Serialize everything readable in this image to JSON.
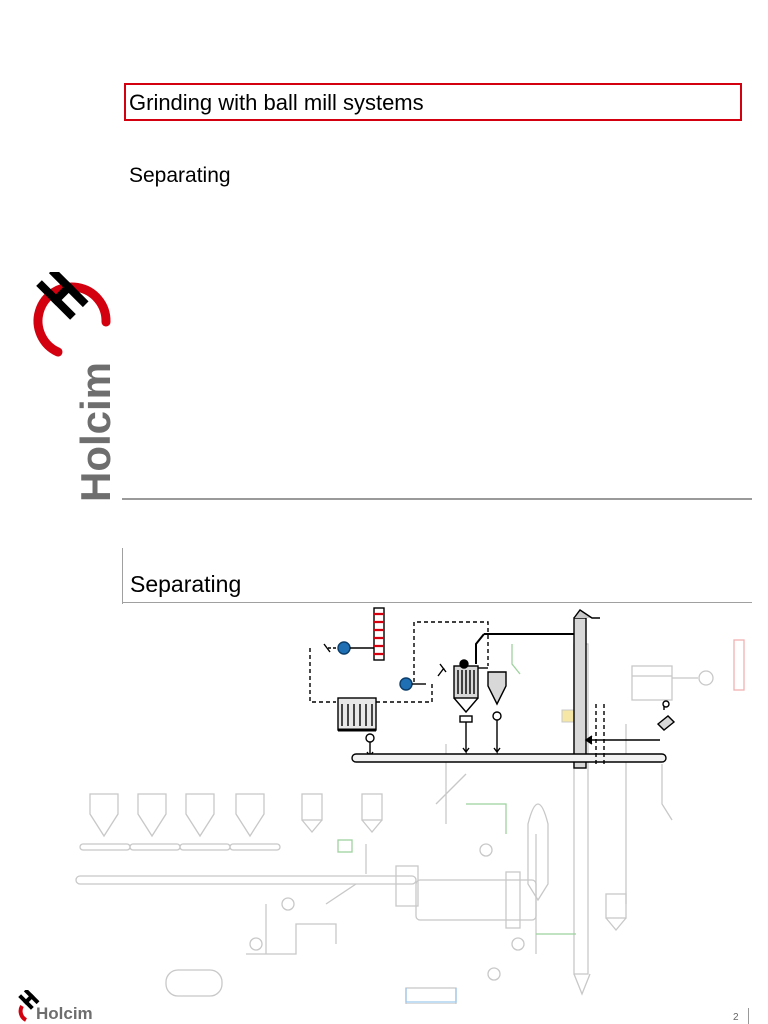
{
  "header": {
    "title": "Grinding with ball mill systems",
    "subtitle": "Separating"
  },
  "brand": {
    "name": "Holcim",
    "primary_color": "#d3000f",
    "logo_text_color": "#6e6e6e"
  },
  "section": {
    "title": "Separating"
  },
  "footer": {
    "page_number": "2"
  },
  "diagram": {
    "highlight_color": "#1f6fb5",
    "faded_color": "#c8c8c8"
  }
}
